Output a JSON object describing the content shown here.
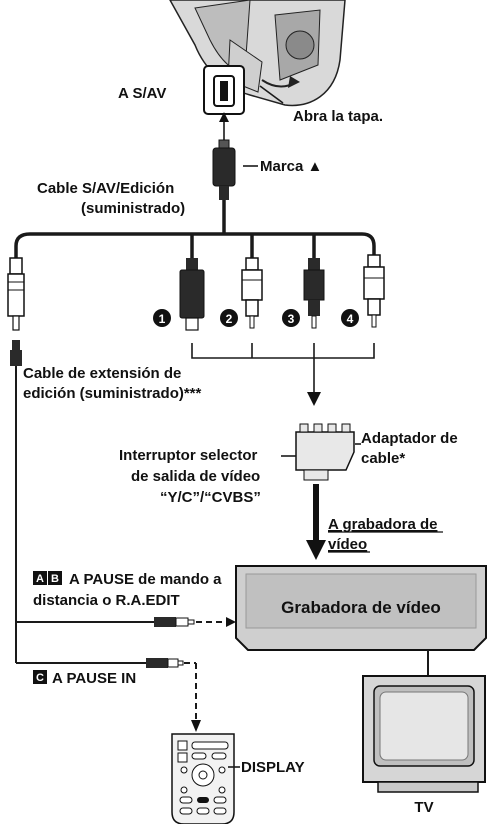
{
  "labels": {
    "s_av_port": "A S/AV",
    "open_cover": "Abra la tapa.",
    "mark": "Marca ▲",
    "cable_line1": "Cable S/AV/Edición",
    "cable_line2": "(suministrado)",
    "ext_line1": "Cable de extensión de",
    "ext_line2": "edición (suministrado)***",
    "selector_line1": "Interruptor selector",
    "selector_line2": "de salida de vídeo",
    "selector_line3": "“Y/C”/“CVBS”",
    "adapter_line1": "Adaptador de",
    "adapter_line2": "cable*",
    "to_recorder_line1": "A grabadora de",
    "to_recorder_line2": "vídeo",
    "pause_ab_badge1": "A",
    "pause_ab_badge2": "B",
    "pause_ab_line1": "A PAUSE de mando a",
    "pause_ab_line2": "distancia o R.A.EDIT",
    "pause_c_badge": "C",
    "pause_c": "A PAUSE IN",
    "vcr": "Grabadora de vídeo",
    "display": "DISPLAY",
    "tv": "TV",
    "plug1": "1",
    "plug2": "2",
    "plug3": "3",
    "plug4": "4"
  },
  "icons": [
    "camcorder-icon",
    "s-av-connector-icon",
    "plug-icon",
    "rca-plug-icon",
    "scart-adapter-icon",
    "vcr-icon",
    "remote-control-icon",
    "tv-icon",
    "jack-plug-icon"
  ]
}
